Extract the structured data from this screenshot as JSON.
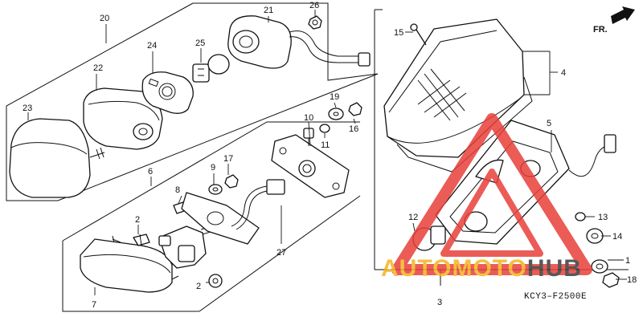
{
  "callouts": [
    {
      "id": "1",
      "text": "1"
    },
    {
      "id": "2a",
      "text": "2"
    },
    {
      "id": "2b",
      "text": "2"
    },
    {
      "id": "3",
      "text": "3"
    },
    {
      "id": "4",
      "text": "4"
    },
    {
      "id": "5",
      "text": "5"
    },
    {
      "id": "6",
      "text": "6"
    },
    {
      "id": "7",
      "text": "7"
    },
    {
      "id": "8",
      "text": "8"
    },
    {
      "id": "9",
      "text": "9"
    },
    {
      "id": "10",
      "text": "10"
    },
    {
      "id": "11",
      "text": "11"
    },
    {
      "id": "12",
      "text": "12"
    },
    {
      "id": "13",
      "text": "13"
    },
    {
      "id": "14",
      "text": "14"
    },
    {
      "id": "15",
      "text": "15"
    },
    {
      "id": "16",
      "text": "16"
    },
    {
      "id": "17",
      "text": "17"
    },
    {
      "id": "18",
      "text": "18"
    },
    {
      "id": "19",
      "text": "19"
    },
    {
      "id": "20",
      "text": "20"
    },
    {
      "id": "21",
      "text": "21"
    },
    {
      "id": "22",
      "text": "22"
    },
    {
      "id": "23",
      "text": "23"
    },
    {
      "id": "24",
      "text": "24"
    },
    {
      "id": "25",
      "text": "25"
    },
    {
      "id": "26",
      "text": "26"
    },
    {
      "id": "27",
      "text": "27"
    }
  ],
  "direction_indicator": {
    "text": "FR."
  },
  "diagram_code": "KCY3–F2500E",
  "watermark": {
    "part1": "AUTO",
    "part2": "MOTO",
    "part3": "HUB",
    "colors": {
      "auto": "#f5b321",
      "moto": "#f5b321",
      "hub": "#3a3a3a",
      "triangle": "#e8403a"
    }
  }
}
